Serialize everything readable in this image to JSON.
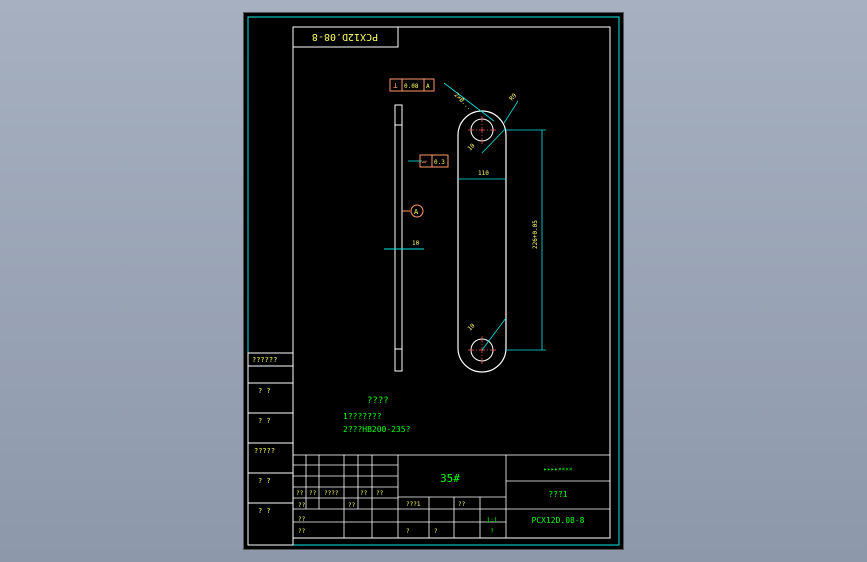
{
  "title_block": {
    "drawing_code_top": "PCX12D.08-8",
    "material": "35#",
    "org_text": "▸▸▸▸××××",
    "part_name": "???1",
    "drawing_code": "PCX12D.08-8",
    "scale_label": "1:1",
    "count_label": "?",
    "cells": [
      "??",
      "??",
      "????",
      "??",
      "??",
      "??",
      "??",
      "??",
      "???1",
      "??",
      "?",
      "?",
      "??"
    ]
  },
  "side_panel": [
    "??????",
    "? ?",
    "? ?",
    "?????",
    "? ?",
    "? ?"
  ],
  "tech_requirements": {
    "heading": "????",
    "line1": "1???????",
    "line2": "2???HB200-235?"
  },
  "annotations": {
    "perpendicularity_symbol": "⊥",
    "perpendicularity_value": "0.08",
    "perpendicularity_datum": "A",
    "flatness_symbol": "▱",
    "flatness_value": "0.3",
    "datum_label": "A",
    "hole_callout": "2×Ø...",
    "radius_callout": "R9",
    "width_dim": "110",
    "center_dim": "226+0.05",
    "thickness_dim": "10",
    "dim_small1": "10",
    "dim_small2": "10"
  },
  "colors": {
    "border": "#00e6e6",
    "geometry": "#ffffff",
    "text": "#ffff66",
    "dimension": "#00e6e6",
    "callout": "#ff9966"
  }
}
